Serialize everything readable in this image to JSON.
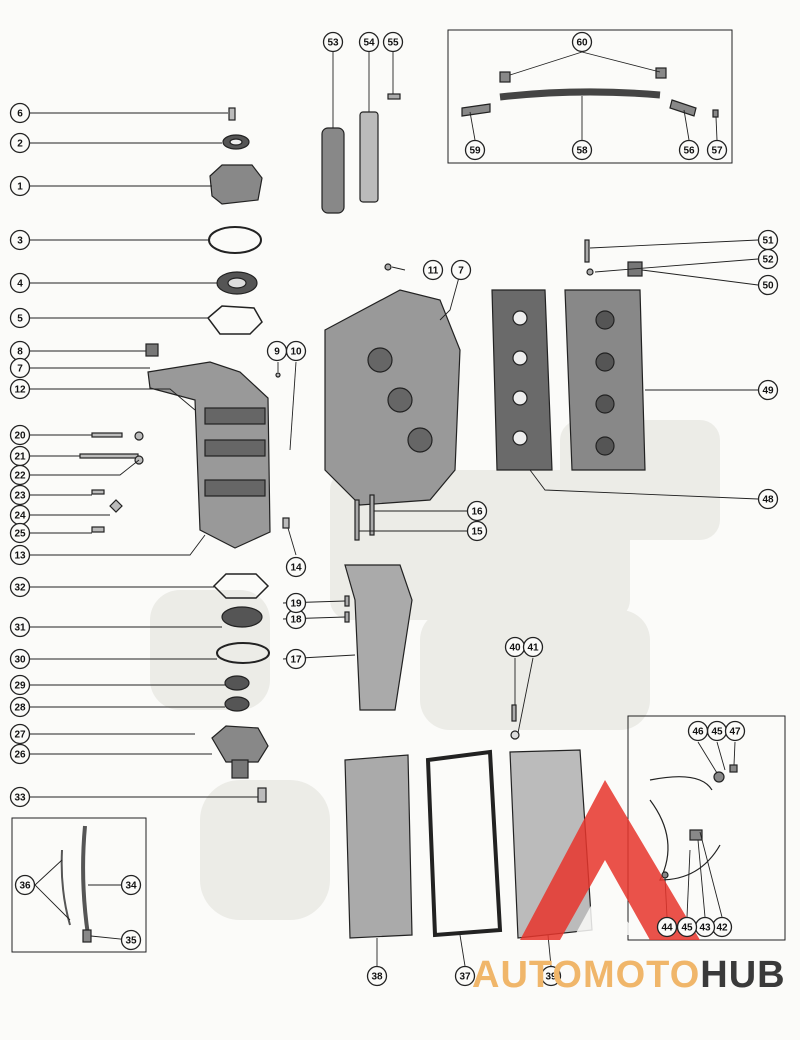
{
  "diagram": {
    "callouts": [
      "1",
      "2",
      "3",
      "4",
      "5",
      "6",
      "7",
      "8",
      "9",
      "10",
      "11",
      "12",
      "13",
      "14",
      "15",
      "16",
      "17",
      "18",
      "19",
      "20",
      "21",
      "22",
      "23",
      "24",
      "25",
      "26",
      "27",
      "28",
      "29",
      "30",
      "31",
      "32",
      "33",
      "34",
      "35",
      "36",
      "37",
      "38",
      "39",
      "40",
      "41",
      "42",
      "43",
      "44",
      "45",
      "46",
      "47",
      "48",
      "49",
      "50",
      "51",
      "52",
      "53",
      "54",
      "55",
      "56",
      "57",
      "58",
      "59",
      "60"
    ]
  },
  "watermark": {
    "part1": "AUTOMOTO",
    "part2": "HUB",
    "accent_color": "#e8352c",
    "secondary_color": "#f0b66a",
    "text_color": "#3a3a3a"
  }
}
